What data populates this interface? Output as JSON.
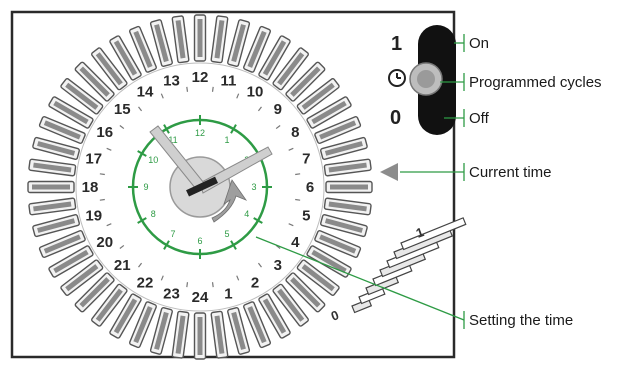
{
  "colors": {
    "accent_green": "#2e9b45",
    "frame": "#2a2a2a",
    "tooth": "#555555"
  },
  "dial": {
    "hour_labels": [
      "24",
      "1",
      "2",
      "3",
      "4",
      "5",
      "6",
      "7",
      "8",
      "9",
      "10",
      "11",
      "12",
      "13",
      "14",
      "15",
      "16",
      "17",
      "18",
      "19",
      "20",
      "21",
      "22",
      "23"
    ],
    "clock_labels": [
      "12",
      "1",
      "2",
      "3",
      "4",
      "5",
      "6",
      "7",
      "8",
      "9",
      "10",
      "11"
    ]
  },
  "switch": {
    "on_symbol": "1",
    "clock_symbol": "clock-icon",
    "off_symbol": "0"
  },
  "scale": {
    "top": "1",
    "bottom": "0"
  },
  "callouts": {
    "on": "On",
    "programmed": "Programmed cycles",
    "off": "Off",
    "current_time": "Current time",
    "setting_time": "Setting the time"
  }
}
